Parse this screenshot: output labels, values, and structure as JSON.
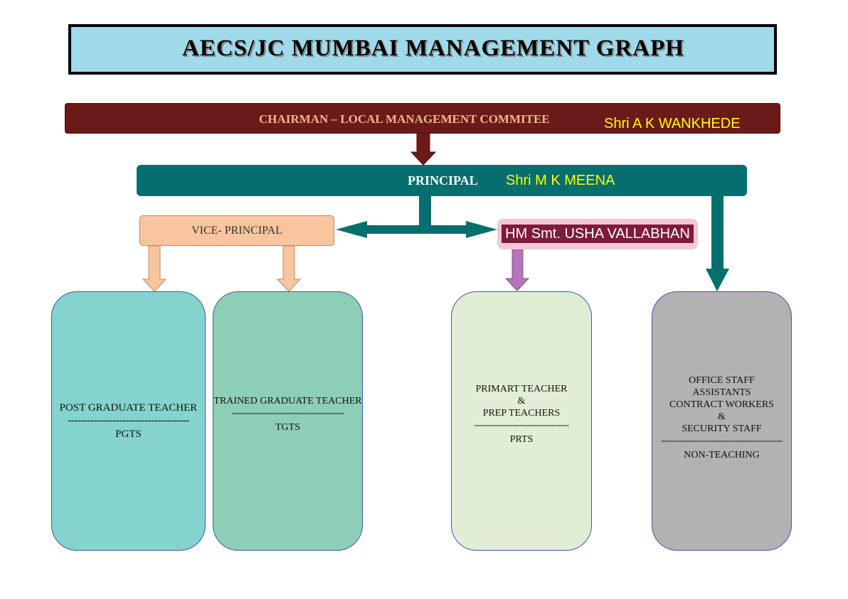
{
  "title": "AECS/JC  MUMBAI MANAGEMENT GRAPH",
  "chairman": {
    "title": "CHAIRMAN – LOCAL MANAGEMENT COMMITEE",
    "name": "Shri A K WANKHEDE"
  },
  "principal": {
    "title": "PRINCIPAL",
    "name": "Shri M K MEENA"
  },
  "vice_principal": {
    "title": "VICE- PRINCIPAL"
  },
  "headmistress": {
    "label": "HM Smt. USHA VALLABHAN"
  },
  "staff": {
    "pgt": {
      "line1": "POST GRADUATE TEACHER",
      "divider": "--------------------------------------",
      "short": "PGTS"
    },
    "tgt": {
      "line1": "TRAINED GRADUATE TEACHER",
      "divider": "--------------------------------------",
      "short": "TGTS"
    },
    "prt": {
      "line1": "PRIMART TEACHER",
      "line2": "&",
      "line3": "PREP TEACHERS",
      "divider": "--------------------------------",
      "short": "PRTS"
    },
    "non_teaching": {
      "line1": "OFFICE STAFF",
      "line2": "ASSISTANTS",
      "line3": "CONTRACT WORKERS",
      "line4": "&",
      "line5": "SECURITY STAFF",
      "divider": "-----------------------------------------",
      "short": "NON-TEACHING"
    }
  },
  "colors": {
    "title_bg": "#9fdaea",
    "chairman_bg": "#6b1a1a",
    "principal_bg": "#046f6e",
    "vp_bg": "#f9c59e",
    "hm_bg": "#7f1a3a",
    "name_text": "#ffff00"
  }
}
